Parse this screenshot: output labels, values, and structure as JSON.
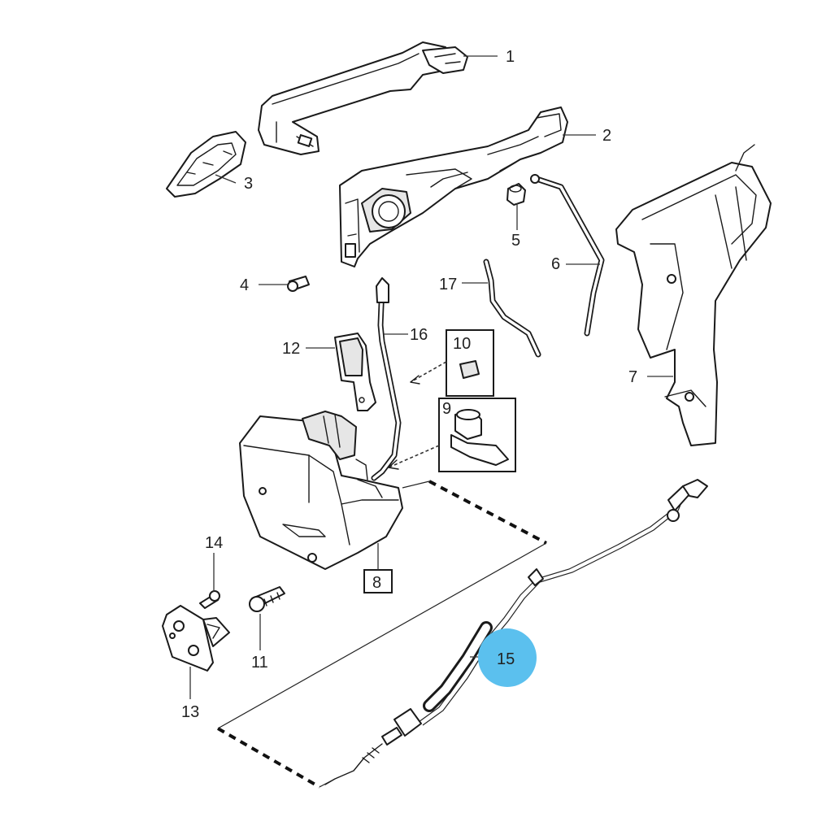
{
  "callouts": {
    "c1": "1",
    "c2": "2",
    "c3": "3",
    "c4": "4",
    "c5": "5",
    "c6": "6",
    "c7": "7",
    "c8": "8",
    "c9": "9",
    "c10": "10",
    "c11": "11",
    "c12": "12",
    "c13": "13",
    "c14": "14",
    "c15": "15",
    "c16": "16",
    "c17": "17"
  },
  "colors": {
    "highlight": "#5bc0ee",
    "line": "#1a1a1a"
  }
}
